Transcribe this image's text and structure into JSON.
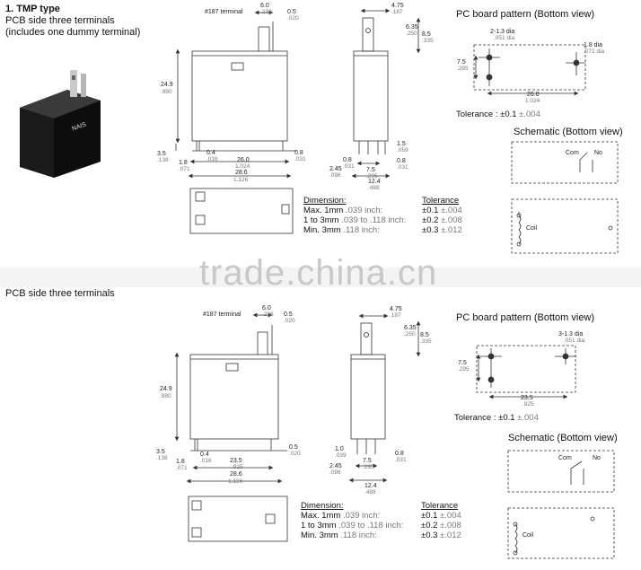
{
  "top": {
    "title": "1. TMP type",
    "subtitle1": "PCB side three terminals",
    "subtitle2": "(includes one dummy terminal)",
    "product_label": "NAIS",
    "terminal_label": "#187 terminal",
    "d_60": "6.0",
    "d_60i": ".236",
    "d_05": "0.5",
    "d_05i": ".020",
    "d_249": "24.9",
    "d_249i": ".980",
    "d_35": "3.5",
    "d_35i": ".138",
    "d_18": "1.8",
    "d_18i": ".071",
    "d_04": "0.4",
    "d_04i": ".016",
    "d_260": "26.0",
    "d_260i": "1.024",
    "d_286": "28.6",
    "d_286i": "1.126",
    "d_08": "0.8",
    "d_08i": ".031",
    "d_475": "4.75",
    "d_475i": ".187",
    "d_635": "6.35",
    "d_635i": ".250",
    "d_85": "8.5",
    "d_85i": ".335",
    "d_15": "1.5",
    "d_15i": ".059",
    "d_245": "2.45",
    "d_245i": ".096",
    "d_08b": "0.8",
    "d_08bi": ".031",
    "d_75": "7.5",
    "d_75i": ".295",
    "d_08c": "0.8",
    "d_08ci": ".031",
    "d_124": "12.4",
    "d_124i": ".488",
    "pcb_title": "PC board pattern (Bottom view)",
    "pcb_hole1": "2-1.3 dia",
    "pcb_hole1i": ".051 dia",
    "pcb_hole2": "1.8 dia",
    "pcb_hole2i": ".071 dia",
    "pcb_75": "7.5",
    "pcb_75i": ".295",
    "pcb_260": "26.0",
    "pcb_260i": "1.024",
    "pcb_tol": "Tolerance : ±0.1",
    "pcb_tol_i": "±.004",
    "sch_title": "Schematic (Bottom view)",
    "sch_com": "Com",
    "sch_no": "No",
    "sch_coil": "Coil"
  },
  "dimension_table": {
    "title": "Dimension:",
    "tol_title": "Tolerance",
    "rows": [
      {
        "label": "Max. 1mm",
        "inch": ".039 inch:",
        "tol": "±0.1",
        "tol_i": "±.004"
      },
      {
        "label": "1 to 3mm",
        "inch": ".039 to .118 inch:",
        "tol": "±0.2",
        "tol_i": "±.008"
      },
      {
        "label": "Min. 3mm",
        "inch": ".118 inch:",
        "tol": "±0.3",
        "tol_i": "±.012"
      }
    ]
  },
  "watermark": "trade.china.cn",
  "bottom": {
    "subtitle": "PCB side three terminals",
    "terminal_label": "#187 terminal",
    "d_60": "6.0",
    "d_60i": ".236",
    "d_05": "0.5",
    "d_05i": ".020",
    "d_249": "24.9",
    "d_249i": ".980",
    "d_35": "3.5",
    "d_35i": ".138",
    "d_04": "0.4",
    "d_04i": ".016",
    "d_05b": "0.5",
    "d_05bi": ".020",
    "d_18": "1.8",
    "d_18i": ".071",
    "d_235": "23.5",
    "d_235i": ".925",
    "d_286": "28.6",
    "d_286i": "1.126",
    "d_475": "4.75",
    "d_475i": ".187",
    "d_635": "6.35",
    "d_635i": ".250",
    "d_85": "8.5",
    "d_85i": ".335",
    "d_10": "1.0",
    "d_10i": ".039",
    "d_245": "2.45",
    "d_245i": ".096",
    "d_75": "7.5",
    "d_75i": ".295",
    "d_08": "0.8",
    "d_08i": ".031",
    "d_124": "12.4",
    "d_124i": ".488",
    "pcb_title": "PC board pattern (Bottom view)",
    "pcb_hole": "3-1.3 dia",
    "pcb_holei": ".051 dia",
    "pcb_75": "7.5",
    "pcb_75i": ".295",
    "pcb_235": "23.5",
    "pcb_235i": ".925",
    "pcb_tol": "Tolerance : ±0.1",
    "pcb_tol_i": "±.004",
    "sch_title": "Schematic (Bottom view)",
    "sch_com": "Com",
    "sch_no": "No",
    "sch_coil": "Coil"
  },
  "colors": {
    "line": "#333333",
    "secondary_text": "#777777",
    "watermark": "#c8c8c8"
  }
}
